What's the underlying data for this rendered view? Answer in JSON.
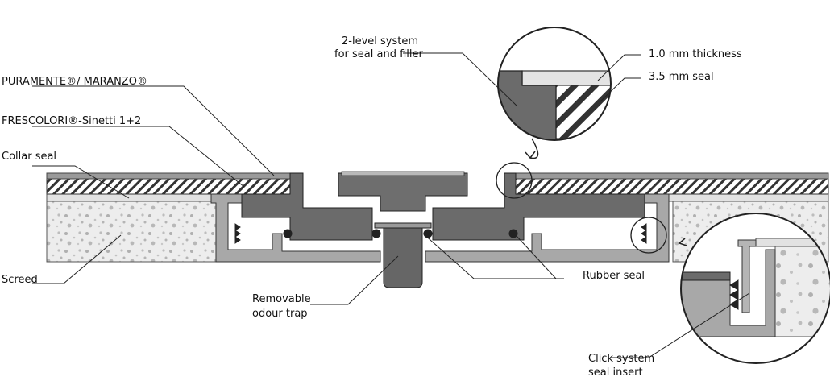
{
  "labels": {
    "puramente": "PURAMENTE®/ MARANZO®",
    "frescolori": "FRESCOLORI®-Sinetti 1+2",
    "collar_seal": "Collar seal",
    "screed": "Screed",
    "two_level_line1": "2-level system",
    "two_level_line2": "for seal and filler",
    "thickness": "1.0 mm thickness",
    "seal_35": "3.5 mm seal",
    "rubber_seal": "Rubber seal",
    "odour_line1": "Removable",
    "odour_line2": "odour trap",
    "click_line1": "Click system",
    "click_line2": "seal insert"
  },
  "colors": {
    "dark_metal": "#6b6b6b",
    "mid_metal": "#8a8a8a",
    "light_metal": "#b5b5b5",
    "trap": "#666666",
    "screed_bg": "#ececec",
    "collar": "#e2e2e2"
  }
}
